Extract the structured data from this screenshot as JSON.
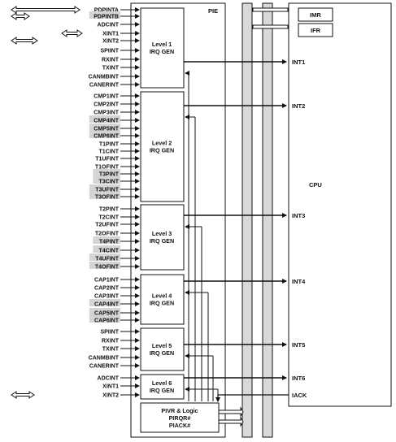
{
  "pie_label": "PIE",
  "cpu_label": "CPU",
  "registers": [
    "IMR",
    "IFR"
  ],
  "levels": [
    {
      "name": "Level 1",
      "sub": "IRQ GEN",
      "int": "INT1",
      "inputs": [
        {
          "label": "PDPINTA",
          "hl": false,
          "ext": true
        },
        {
          "label": "PDPINTB",
          "hl": true,
          "ext": true
        },
        {
          "label": "ADCINT",
          "hl": false,
          "ext": false
        },
        {
          "label": "XINT1",
          "hl": false,
          "ext": true
        },
        {
          "label": "XINT2",
          "hl": false,
          "ext": true
        },
        {
          "label": "SPIINT",
          "hl": false,
          "ext": false
        },
        {
          "label": "RXINT",
          "hl": false,
          "ext": false
        },
        {
          "label": "TXINT",
          "hl": false,
          "ext": false
        },
        {
          "label": "CANMBINT",
          "hl": false,
          "ext": false
        },
        {
          "label": "CANERINT",
          "hl": false,
          "ext": false
        }
      ]
    },
    {
      "name": "Level 2",
      "sub": "IRQ GEN",
      "int": "INT2",
      "inputs": [
        {
          "label": "CMP1INT",
          "hl": false
        },
        {
          "label": "CMP2INT",
          "hl": false
        },
        {
          "label": "CMP3INT",
          "hl": false
        },
        {
          "label": "CMP4INT",
          "hl": true
        },
        {
          "label": "CMP5INT",
          "hl": true
        },
        {
          "label": "CMP6INT",
          "hl": true
        },
        {
          "label": "T1PINT",
          "hl": false
        },
        {
          "label": "T1CINT",
          "hl": false
        },
        {
          "label": "T1UFINT",
          "hl": false
        },
        {
          "label": "T1OFINT",
          "hl": false
        },
        {
          "label": "T3PINT",
          "hl": true
        },
        {
          "label": "T3CINT",
          "hl": true
        },
        {
          "label": "T3UFINT",
          "hl": true
        },
        {
          "label": "T3OFINT",
          "hl": true
        }
      ]
    },
    {
      "name": "Level 3",
      "sub": "IRQ GEN",
      "int": "INT3",
      "inputs": [
        {
          "label": "T2PINT",
          "hl": false
        },
        {
          "label": "T2CINT",
          "hl": false
        },
        {
          "label": "T2UFINT",
          "hl": false
        },
        {
          "label": "T2OFINT",
          "hl": false
        },
        {
          "label": "T4PINT",
          "hl": true
        },
        {
          "label": "T4CINT",
          "hl": true
        },
        {
          "label": "T4UFINT",
          "hl": true
        },
        {
          "label": "T4OFINT",
          "hl": true
        }
      ]
    },
    {
      "name": "Level 4",
      "sub": "IRQ GEN",
      "int": "INT4",
      "inputs": [
        {
          "label": "CAP1INT",
          "hl": false
        },
        {
          "label": "CAP2INT",
          "hl": false
        },
        {
          "label": "CAP3INT",
          "hl": false
        },
        {
          "label": "CAP4INT",
          "hl": true
        },
        {
          "label": "CAP5INT",
          "hl": true
        },
        {
          "label": "CAP6INT",
          "hl": true
        }
      ]
    },
    {
      "name": "Level 5",
      "sub": "IRQ GEN",
      "int": "INT5",
      "inputs": [
        {
          "label": "SPIINT",
          "hl": false
        },
        {
          "label": "RXINT",
          "hl": false
        },
        {
          "label": "TXINT",
          "hl": false
        },
        {
          "label": "CANMBINT",
          "hl": false
        },
        {
          "label": "CANERINT",
          "hl": false
        }
      ]
    },
    {
      "name": "Level 6",
      "sub": "IRQ GEN",
      "int": "INT6",
      "inputs": [
        {
          "label": "ADCINT",
          "hl": false
        },
        {
          "label": "XINT1",
          "hl": false
        },
        {
          "label": "XINT2",
          "hl": false
        }
      ]
    }
  ],
  "pivr": {
    "line1": "PIVR & Logic",
    "line2": "PIRQR#",
    "line3": "PIACK#"
  },
  "iack_label": "IACK",
  "highlight_color": "#d4d4d4",
  "bus_color": "#d9d9d9"
}
